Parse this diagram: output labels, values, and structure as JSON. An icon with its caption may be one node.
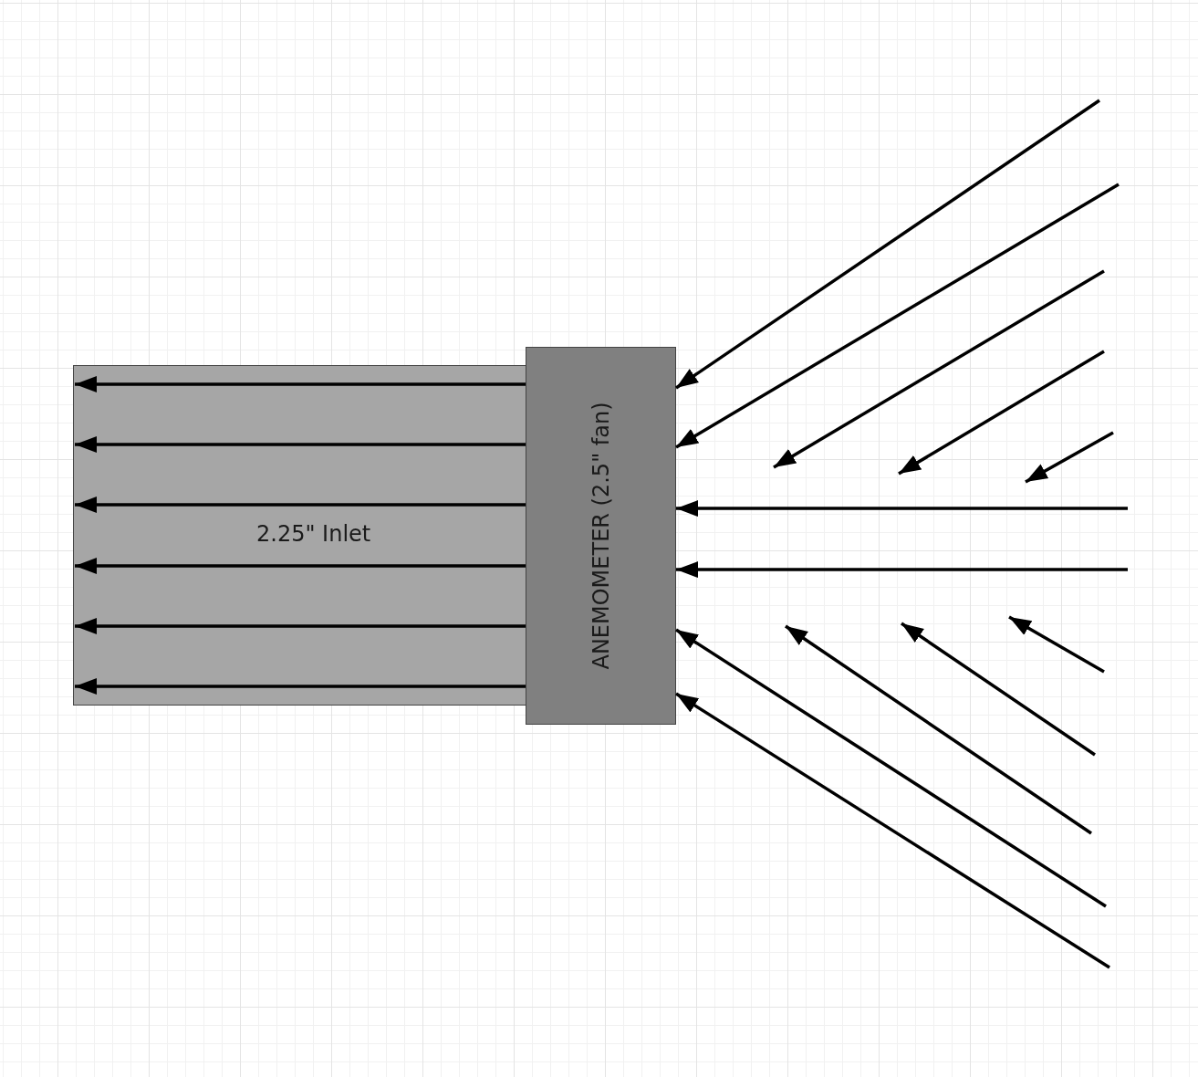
{
  "diagram": {
    "nodes": [
      {
        "text": [
          "2.25\" Inlet"
        ]
      },
      {
        "text": [
          "ANEMOMETER (2.5\" fan)"
        ]
      }
    ],
    "edges": [
      {
        "from": 1,
        "to": 0,
        "arrow": "to"
      },
      {
        "from": 1,
        "to": 0,
        "arrow": "to"
      },
      {
        "from": 1,
        "to": 0,
        "arrow": "to"
      },
      {
        "from": 1,
        "to": 0,
        "arrow": "to"
      },
      {
        "from": 1,
        "to": 0,
        "arrow": "to"
      },
      {
        "from": 1,
        "to": 0,
        "arrow": "to"
      },
      {
        "from": null,
        "to": 1,
        "arrow": "to"
      },
      {
        "from": null,
        "to": 1,
        "arrow": "to"
      },
      {
        "from": null,
        "to": 1,
        "arrow": "to"
      },
      {
        "from": null,
        "to": 1,
        "arrow": "to"
      },
      {
        "from": null,
        "to": 1,
        "arrow": "to"
      },
      {
        "from": null,
        "to": 1,
        "arrow": "to"
      }
    ]
  }
}
